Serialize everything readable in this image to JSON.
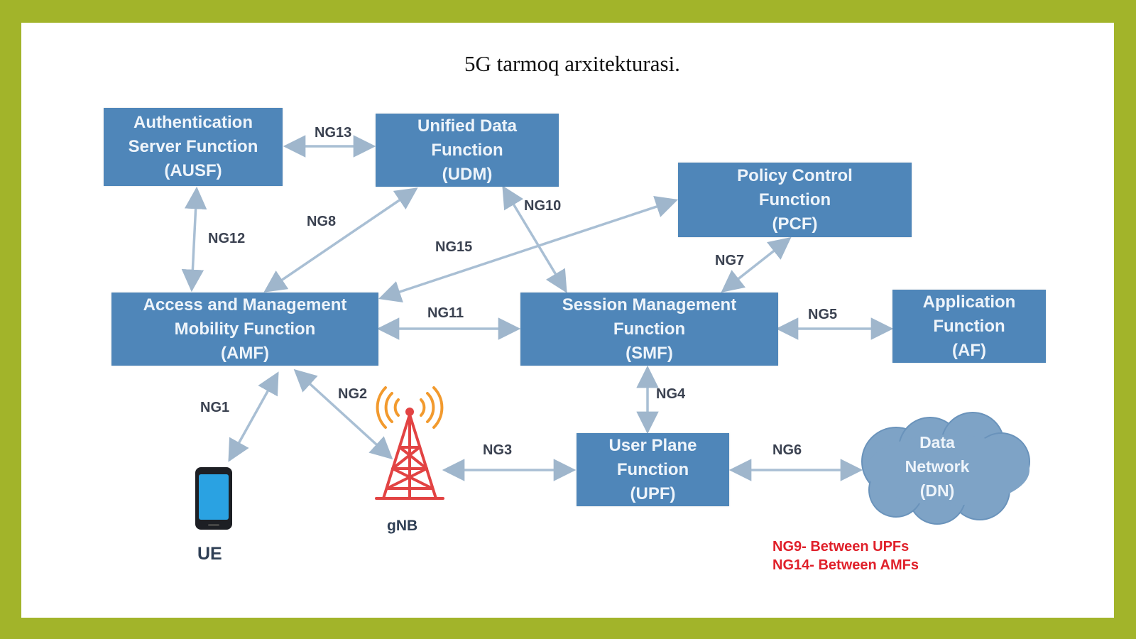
{
  "title": "5G tarmoq arxitekturasi.",
  "colors": {
    "border": "#a2b42a",
    "box": "#4f86b9",
    "arrow": "#a9bfd4",
    "note": "#e0202a"
  },
  "boxes": {
    "ausf": [
      "Authentication",
      "Server Function",
      "(AUSF)"
    ],
    "udm": [
      "Unified Data",
      "Function",
      "(UDM)"
    ],
    "pcf": [
      "Policy Control",
      "Function",
      "(PCF)"
    ],
    "amf": [
      "Access and Management",
      "Mobility Function",
      "(AMF)"
    ],
    "smf": [
      "Session Management",
      "Function",
      "(SMF)"
    ],
    "af": [
      "Application",
      "Function",
      "(AF)"
    ],
    "upf": [
      "User Plane",
      "Function",
      "(UPF)"
    ]
  },
  "cloud": [
    "Data",
    "Network",
    "(DN)"
  ],
  "interfaces": {
    "ng1": "NG1",
    "ng2": "NG2",
    "ng3": "NG3",
    "ng4": "NG4",
    "ng5": "NG5",
    "ng6": "NG6",
    "ng7": "NG7",
    "ng8": "NG8",
    "ng10": "NG10",
    "ng11": "NG11",
    "ng12": "NG12",
    "ng13": "NG13",
    "ng15": "NG15"
  },
  "devices": {
    "ue": "UE",
    "gnb": "gNB"
  },
  "notes": [
    "NG9- Between UPFs",
    "NG14- Between AMFs"
  ],
  "icons": {
    "phone": "smartphone-icon",
    "tower": "radio-tower-icon",
    "cloud": "cloud-icon"
  }
}
